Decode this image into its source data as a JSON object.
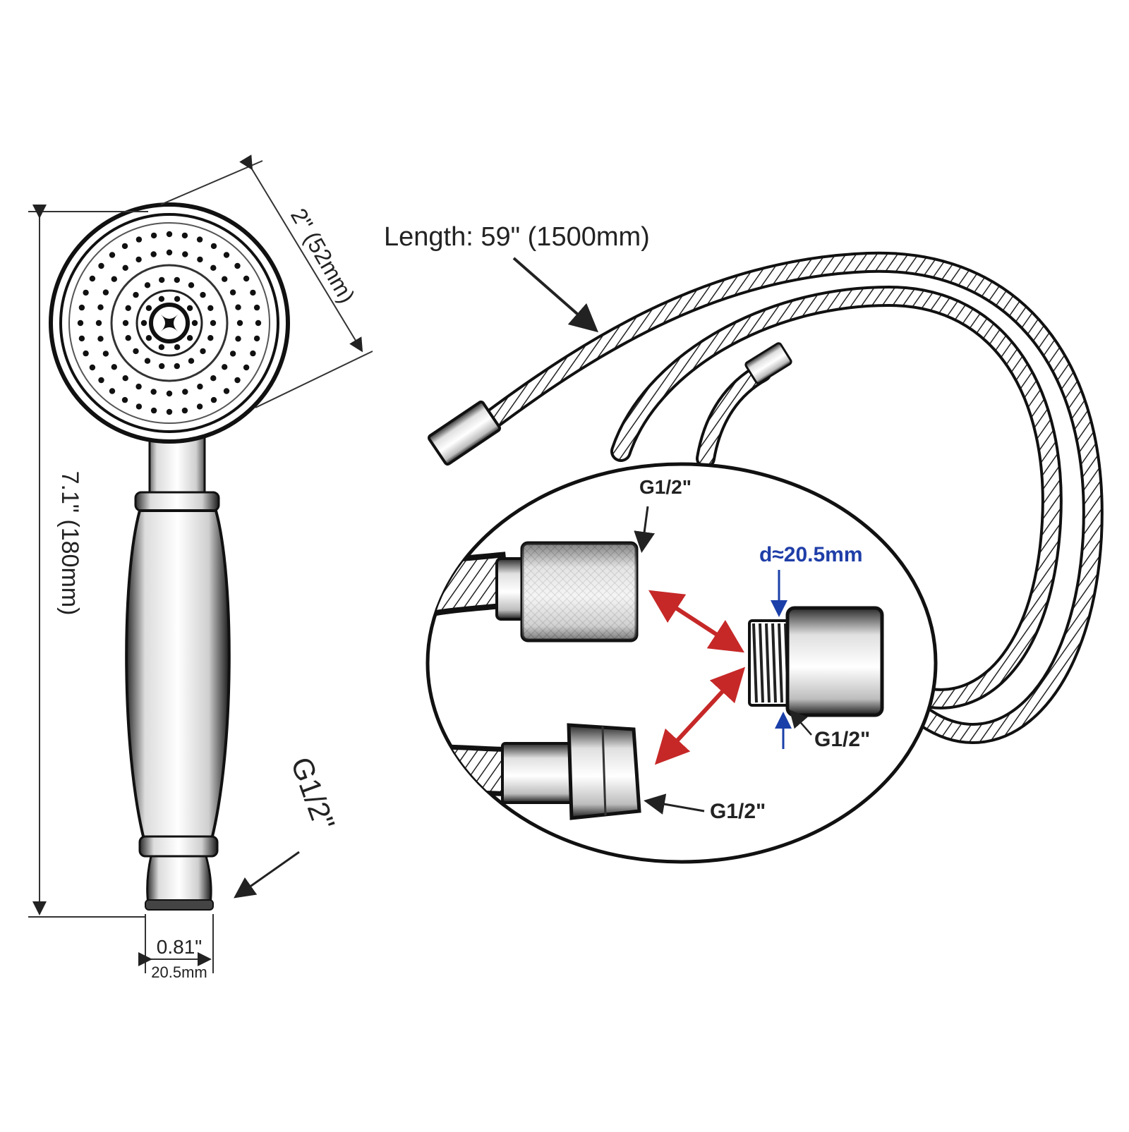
{
  "showerhead": {
    "head_diameter_label": "2\" (52mm)",
    "total_length_label": "7.1\" (180mm)",
    "thread_label": "G1/2\"",
    "base_width_in": "0.81\"",
    "base_width_mm": "20.5mm"
  },
  "hose": {
    "length_label": "Length: 59\" (1500mm)"
  },
  "detail": {
    "top_nut_label": "G1/2\"",
    "diameter_label": "d≈20.5mm",
    "adapter_label": "G1/2\"",
    "bottom_nut_label": "G1/2\""
  },
  "colors": {
    "ink": "#111111",
    "arrow_red": "#c62828",
    "arrow_blue": "#1a3fa8",
    "label_blue": "#1f3ea8"
  },
  "icons": [
    "shower-head-icon",
    "hose-icon",
    "connector-icon"
  ]
}
